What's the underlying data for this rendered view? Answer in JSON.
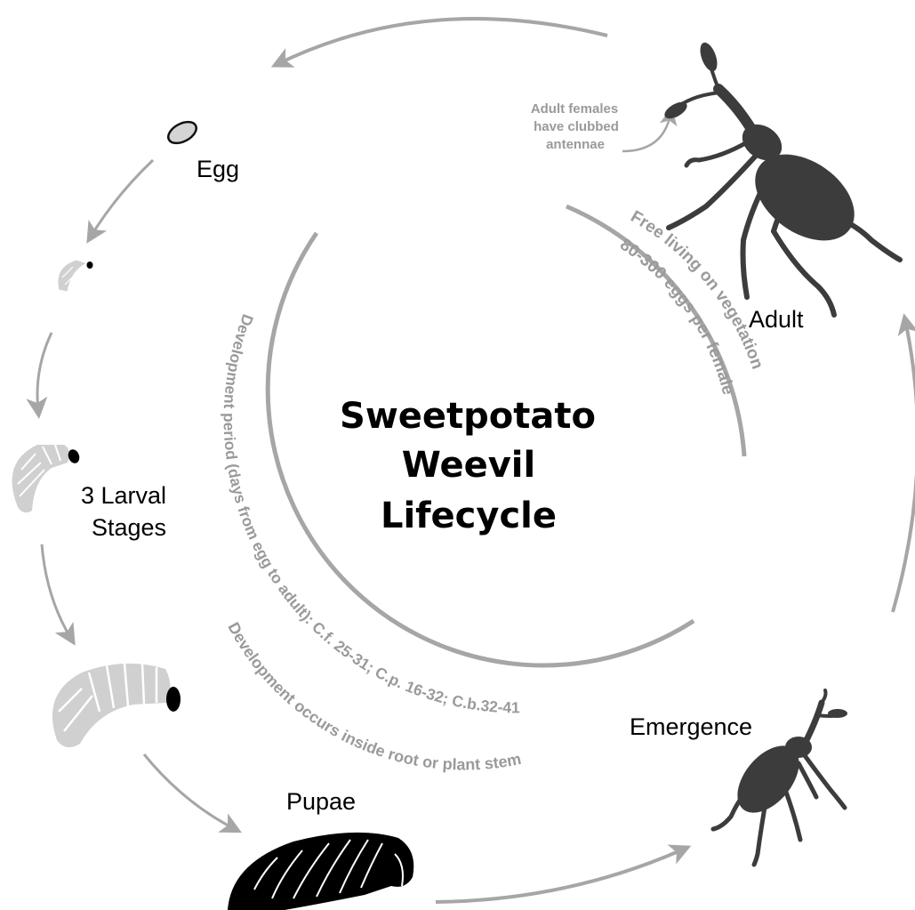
{
  "title": {
    "line1": "Sweetpotato",
    "line2": "Weevil",
    "line3": "Lifecycle"
  },
  "stages": {
    "egg": "Egg",
    "larval_line1": "3 Larval",
    "larval_line2": "Stages",
    "pupae": "Pupae",
    "emergence": "Emergence",
    "adult": "Adult"
  },
  "curved_text": {
    "free_living": "Free living on vegetation",
    "eggs_per_female": "80-300 eggs per female",
    "development_period": "Development period (days from egg to adult): C.f. 25-31; C.p. 16-32; C.b.32-41",
    "development_location": "Development occurs inside root or plant stem"
  },
  "note": {
    "line1": "Adult females",
    "line2": "have clubbed",
    "line3": "antennae"
  },
  "colors": {
    "arrow": "#a6a6a6",
    "arc": "#a6a6a6",
    "weevil": "#3c3c3c",
    "larva": "#d0d0d0",
    "pupa": "#000000",
    "label_gray": "#9a9a9a"
  }
}
